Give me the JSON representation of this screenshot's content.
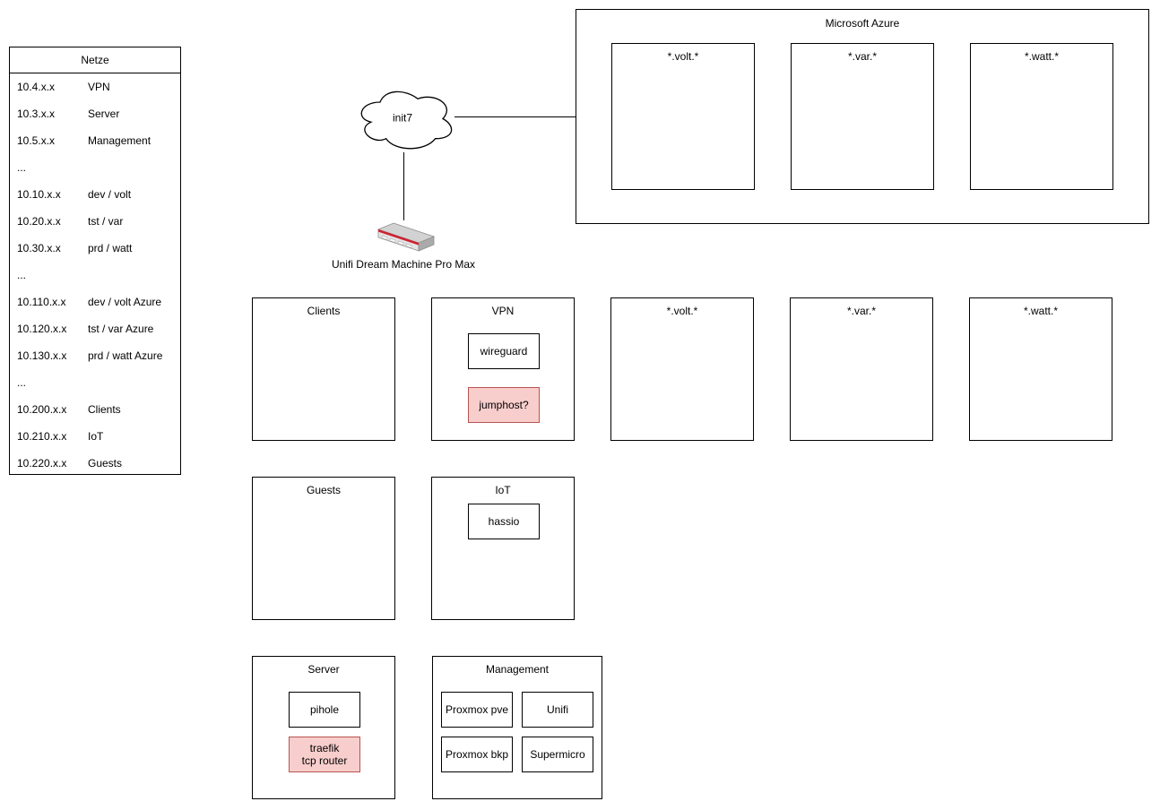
{
  "netze_table": {
    "title": "Netze",
    "rows": [
      {
        "ip": "10.4.x.x",
        "name": "VPN"
      },
      {
        "ip": "10.3.x.x",
        "name": "Server"
      },
      {
        "ip": "10.5.x.x",
        "name": "Management"
      },
      {
        "ip": "...",
        "name": ""
      },
      {
        "ip": "10.10.x.x",
        "name": "dev / volt"
      },
      {
        "ip": "10.20.x.x",
        "name": "tst / var"
      },
      {
        "ip": "10.30.x.x",
        "name": "prd / watt"
      },
      {
        "ip": "...",
        "name": ""
      },
      {
        "ip": "10.110.x.x",
        "name": "dev / volt Azure"
      },
      {
        "ip": "10.120.x.x",
        "name": "tst / var Azure"
      },
      {
        "ip": "10.130.x.x",
        "name": "prd / watt Azure"
      },
      {
        "ip": "...",
        "name": ""
      },
      {
        "ip": "10.200.x.x",
        "name": "Clients"
      },
      {
        "ip": "10.210.x.x",
        "name": "IoT"
      },
      {
        "ip": "10.220.x.x",
        "name": "Guests"
      }
    ]
  },
  "wan": {
    "cloud_label": "init7",
    "router_label": "Unifi Dream Machine Pro Max"
  },
  "azure": {
    "title": "Microsoft Azure",
    "environments": [
      {
        "label": "*.volt.*"
      },
      {
        "label": "*.var.*"
      },
      {
        "label": "*.watt.*"
      }
    ]
  },
  "lan": {
    "clients": {
      "title": "Clients"
    },
    "vpn": {
      "title": "VPN",
      "wireguard": "wireguard",
      "jumphost": "jumphost?"
    },
    "volt": {
      "title": "*.volt.*"
    },
    "var": {
      "title": "*.var.*"
    },
    "watt": {
      "title": "*.watt.*"
    },
    "guests": {
      "title": "Guests"
    },
    "iot": {
      "title": "IoT",
      "hassio": "hassio"
    },
    "server": {
      "title": "Server",
      "pihole": "pihole",
      "traefik": "traefik\ntcp router"
    },
    "management": {
      "title": "Management",
      "nodes": [
        "Proxmox pve",
        "Unifi",
        "Proxmox bkp",
        "Supermicro"
      ]
    }
  },
  "colors": {
    "box_stroke": "#000000",
    "highlight_fill": "#f8cecc",
    "highlight_stroke": "#b85450",
    "router_accent": "#d11f2f",
    "background": "#ffffff"
  }
}
